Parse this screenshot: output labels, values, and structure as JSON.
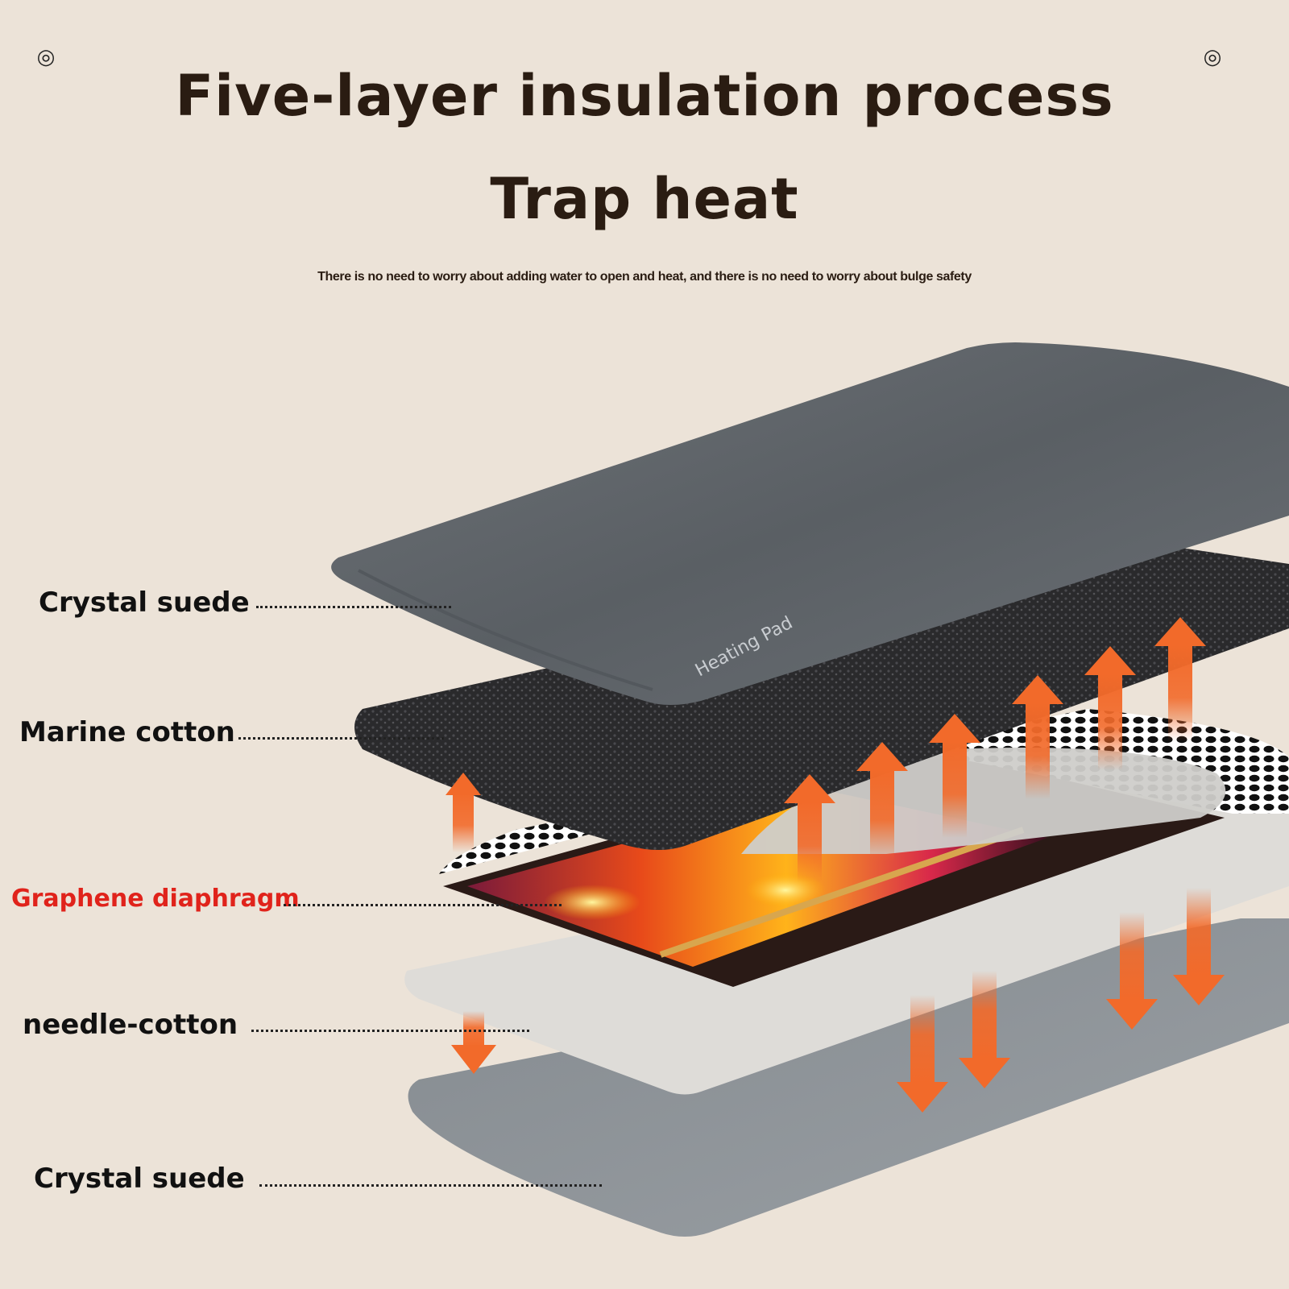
{
  "header": {
    "title": "Five-layer insulation process",
    "subtitle": "Trap heat",
    "description": "There is no need to worry about adding water to open and heat, and there is no need to worry about bulge safety"
  },
  "decor": {
    "corner_mark": "◎"
  },
  "product": {
    "pad_print": "Heating Pad"
  },
  "layers": [
    {
      "label": "Crystal suede",
      "highlight": false
    },
    {
      "label": "Marine cotton",
      "highlight": false
    },
    {
      "label": "Graphene diaphragm",
      "highlight": true
    },
    {
      "label": "needle-cotton",
      "highlight": false
    },
    {
      "label": "Crystal suede",
      "highlight": false
    }
  ],
  "colors": {
    "background": "#ece3d8",
    "title_text": "#2a1c12",
    "highlight_label": "#e0231b",
    "heat_arrow": "#f26a2a"
  }
}
